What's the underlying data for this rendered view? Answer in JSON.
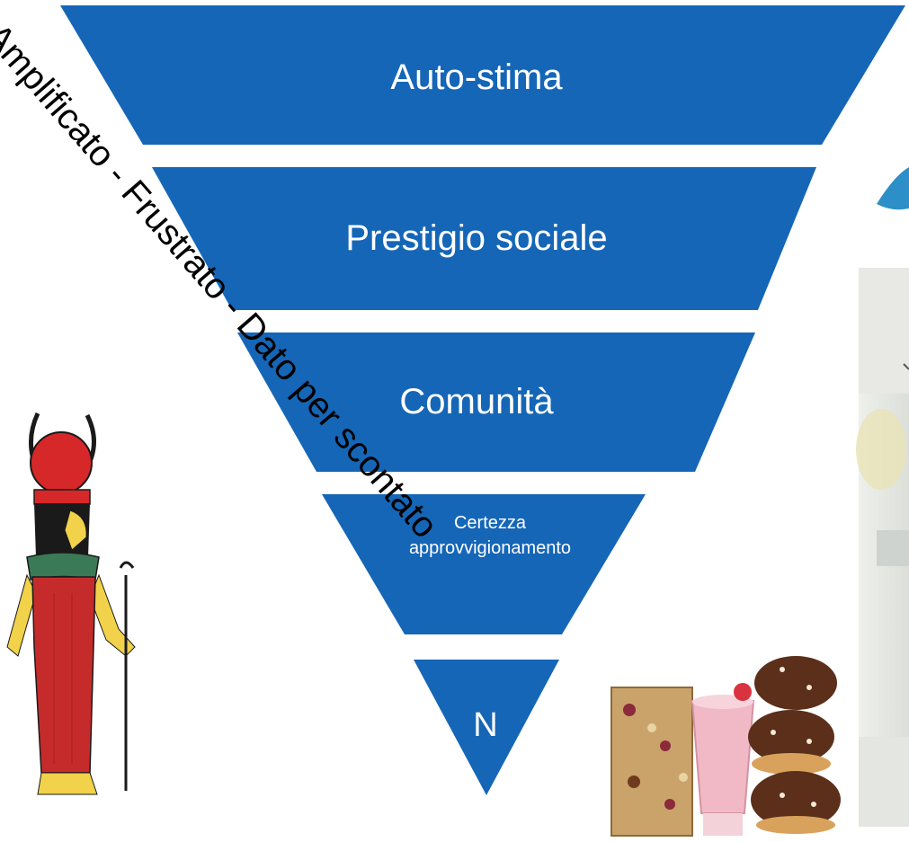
{
  "pyramid": {
    "tiers": [
      {
        "label": "Auto-stima"
      },
      {
        "label": "Prestigio sociale"
      },
      {
        "label": "Comunità"
      },
      {
        "label_line1": "Certezza",
        "label_line2": "approvvigionamento"
      },
      {
        "label": "N"
      }
    ],
    "fill_color": "#1566b7"
  },
  "side_label": "Amplificato - Frustrato - Dato per scontato",
  "images": {
    "left": "egyptian-goddess-figure",
    "bottom": "snack-foods-photo",
    "right": "kitchen-photo"
  }
}
